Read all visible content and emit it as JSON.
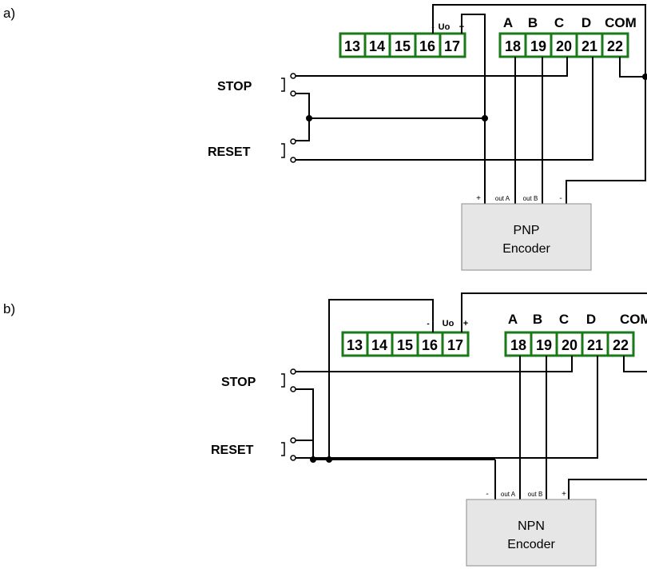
{
  "diagram_a": {
    "label": "a)",
    "terminals_left": [
      "13",
      "14",
      "15",
      "16",
      "17"
    ],
    "terminals_right": [
      "18",
      "19",
      "20",
      "21",
      "22"
    ],
    "supply": {
      "minus": "-",
      "label": "Uo",
      "plus": "+"
    },
    "inputs": {
      "a": "A",
      "b": "B",
      "c": "C",
      "d": "D",
      "com": "COM"
    },
    "stop_label": "STOP",
    "reset_label": "RESET",
    "encoder": {
      "line1": "PNP",
      "line2": "Encoder",
      "pin_plus": "+",
      "pin_out_a": "out A",
      "pin_out_b": "out B",
      "pin_minus": "-"
    }
  },
  "diagram_b": {
    "label": "b)",
    "terminals_left": [
      "13",
      "14",
      "15",
      "16",
      "17"
    ],
    "terminals_right": [
      "18",
      "19",
      "20",
      "21",
      "22"
    ],
    "supply": {
      "minus": "-",
      "label": "Uo",
      "plus": "+"
    },
    "inputs": {
      "a": "A",
      "b": "B",
      "c": "C",
      "d": "D",
      "com": "COM"
    },
    "stop_label": "STOP",
    "reset_label": "RESET",
    "encoder": {
      "line1": "NPN",
      "line2": "Encoder",
      "pin_minus": "-",
      "pin_out_a": "out A",
      "pin_out_b": "out B",
      "pin_plus": "+"
    }
  },
  "colors": {
    "terminal_border": "#1a7a1a",
    "wire": "#000000",
    "encoder_fill": "#e6e6e6",
    "encoder_border": "#8c8c8c"
  }
}
